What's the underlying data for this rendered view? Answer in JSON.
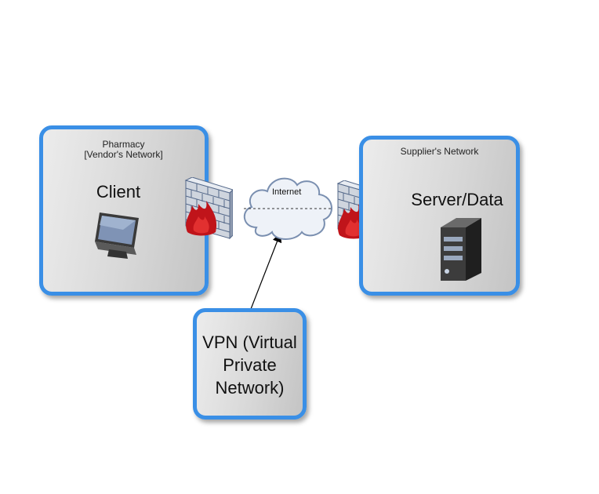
{
  "pharmacy": {
    "title_line1": "Pharmacy",
    "title_line2": "[Vendor's Network]",
    "label": "Client"
  },
  "supplier": {
    "title": "Supplier's Network",
    "label": "Server/Data"
  },
  "internet": {
    "label": "Internet"
  },
  "vpn": {
    "line1": "VPN (Virtual",
    "line2": "Private",
    "line3": "Network)"
  },
  "colors": {
    "box_border": "#3a8fe6",
    "firewall_flame": "#c0141a",
    "cloud_fill": "#eef2f8"
  },
  "icons": {
    "client": "monitor-icon",
    "server": "server-icon",
    "firewall": "firewall-icon",
    "cloud": "cloud-icon"
  }
}
